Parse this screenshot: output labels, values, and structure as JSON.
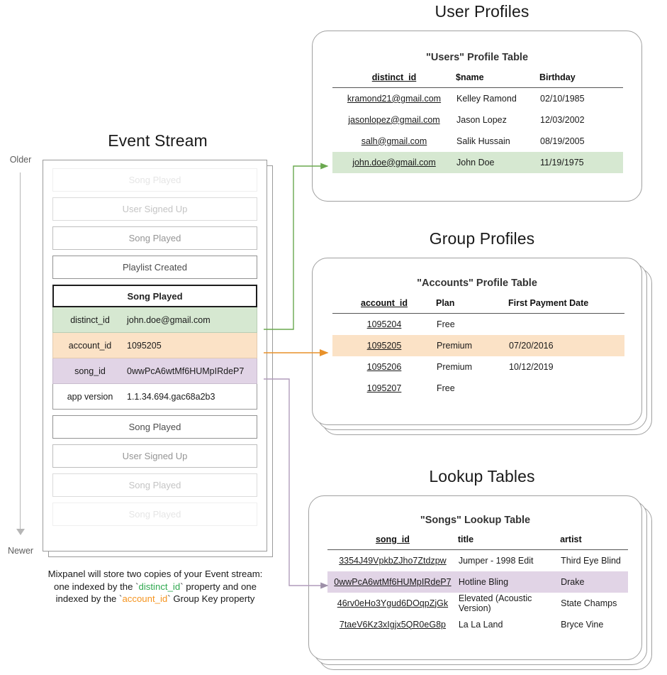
{
  "colors": {
    "green_highlight": "#d6e8d1",
    "orange_highlight": "#fbe2c6",
    "purple_highlight": "#e1d4e6",
    "green_connector": "#6aa84f",
    "orange_connector": "#e8912a",
    "purple_connector": "#b09cbb",
    "green_code_text": "#2fa84f",
    "orange_code_text": "#f5941f",
    "card_border": "#a0a0a0"
  },
  "event_stream": {
    "title": "Event Stream",
    "axis": {
      "top_label": "Older",
      "bottom_label": "Newer"
    },
    "events_before": [
      {
        "label": "Song Played",
        "fade": "fade-4"
      },
      {
        "label": "User Signed Up",
        "fade": "fade-3"
      },
      {
        "label": "Song Played",
        "fade": "fade-2"
      },
      {
        "label": "Playlist Created",
        "fade": "fade-1"
      }
    ],
    "focused_event": {
      "name": "Song Played",
      "properties": [
        {
          "key": "distinct_id",
          "value": "john.doe@gmail.com",
          "highlight": "green"
        },
        {
          "key": "account_id",
          "value": "1095205",
          "highlight": "orange"
        },
        {
          "key": "song_id",
          "value": "0wwPcA6wtMf6HUMpIRdeP7",
          "highlight": "purple"
        },
        {
          "key": "app version",
          "value": "1.1.34.694.gac68a2b3",
          "highlight": "plain"
        }
      ]
    },
    "events_after": [
      {
        "label": "Song Played",
        "fade": "fade-1"
      },
      {
        "label": "User Signed Up",
        "fade": "fade-2"
      },
      {
        "label": "Song Played",
        "fade": "fade-3"
      },
      {
        "label": "Song Played",
        "fade": "fade-4"
      }
    ],
    "caption": {
      "line1": "Mixpanel will store two copies of your Event stream:",
      "line2_pre": "one indexed by the ",
      "line2_code": "distinct_id",
      "line2_post": " property and one",
      "line3_pre": "indexed by the ",
      "line3_code": "account_id",
      "line3_post": " Group Key property"
    }
  },
  "user_profiles": {
    "section_title": "User Profiles",
    "table_title": "\"Users\" Profile Table",
    "columns": [
      "distinct_id",
      "$name",
      "Birthday"
    ],
    "rows": [
      {
        "cells": [
          "kramond21@gmail.com",
          "Kelley Ramond",
          "02/10/1985"
        ],
        "highlight": ""
      },
      {
        "cells": [
          "jasonlopez@gmail.com",
          "Jason Lopez",
          "12/03/2002"
        ],
        "highlight": ""
      },
      {
        "cells": [
          "salh@gmail.com",
          "Salik Hussain",
          "08/19/2005"
        ],
        "highlight": ""
      },
      {
        "cells": [
          "john.doe@gmail.com",
          "John Doe",
          "11/19/1975"
        ],
        "highlight": "hl-green"
      }
    ]
  },
  "group_profiles": {
    "section_title": "Group Profiles",
    "table_title": "\"Accounts\" Profile Table",
    "columns": [
      "account_id",
      "Plan",
      "First Payment Date"
    ],
    "rows": [
      {
        "cells": [
          "1095204",
          "Free",
          ""
        ],
        "highlight": ""
      },
      {
        "cells": [
          "1095205",
          "Premium",
          "07/20/2016"
        ],
        "highlight": "hl-orange"
      },
      {
        "cells": [
          "1095206",
          "Premium",
          "10/12/2019"
        ],
        "highlight": ""
      },
      {
        "cells": [
          "1095207",
          "Free",
          ""
        ],
        "highlight": ""
      }
    ]
  },
  "lookup_tables": {
    "section_title": "Lookup Tables",
    "table_title": "\"Songs\" Lookup Table",
    "columns": [
      "song_id",
      "title",
      "artist"
    ],
    "rows": [
      {
        "cells": [
          "3354J49VpkbZJho7Ztdzpw",
          "Jumper - 1998 Edit",
          "Third Eye Blind"
        ],
        "highlight": ""
      },
      {
        "cells": [
          "0wwPcA6wtMf6HUMpIRdeP7",
          "Hotline Bling",
          "Drake"
        ],
        "highlight": "hl-purple"
      },
      {
        "cells": [
          "46rv0eHo3Ygud6DOqpZjGk",
          "Elevated (Acoustic Version)",
          "State Champs"
        ],
        "highlight": ""
      },
      {
        "cells": [
          "7taeV6Kz3xIgjx5QR0eG8p",
          "La La Land",
          "Bryce Vine"
        ],
        "highlight": ""
      }
    ]
  }
}
